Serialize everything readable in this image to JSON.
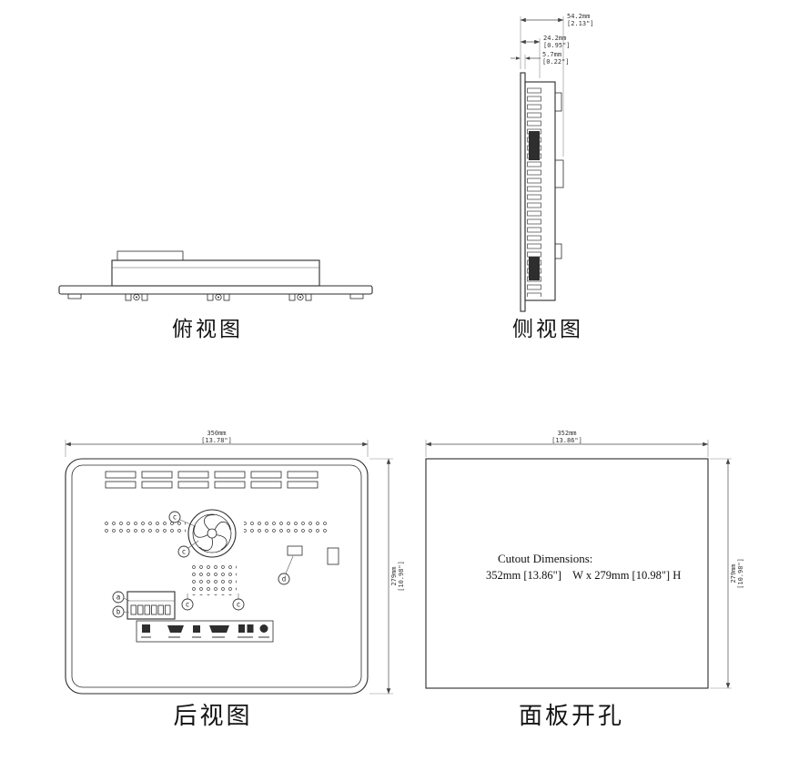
{
  "drawing": {
    "top_view": {
      "label": "俯视图"
    },
    "side_view": {
      "label": "侧视图",
      "dim_total_mm": "54.2mm",
      "dim_total_in": "[2.13\"]",
      "dim_mid_mm": "24.2mm",
      "dim_mid_in": "[0.95\"]",
      "dim_bezel_mm": "5.7mm",
      "dim_bezel_in": "[0.22\"]"
    },
    "rear_view": {
      "label": "后视图",
      "dim_width_mm": "350mm",
      "dim_width_in": "[13.78\"]",
      "dim_height_mm": "279mm",
      "dim_height_in": "[10.98\"]",
      "callout_a": "a",
      "callout_b": "b",
      "callout_c": "c",
      "callout_d": "d"
    },
    "cutout_view": {
      "label": "面板开孔",
      "dim_width_mm": "352mm",
      "dim_width_in": "[13.86\"]",
      "dim_height_mm": "279mm",
      "dim_height_in": "[10.98\"]",
      "line1": "Cutout Dimensions:",
      "line2": "352mm [13.86\"]    W x 279mm [10.98\"] H"
    }
  }
}
